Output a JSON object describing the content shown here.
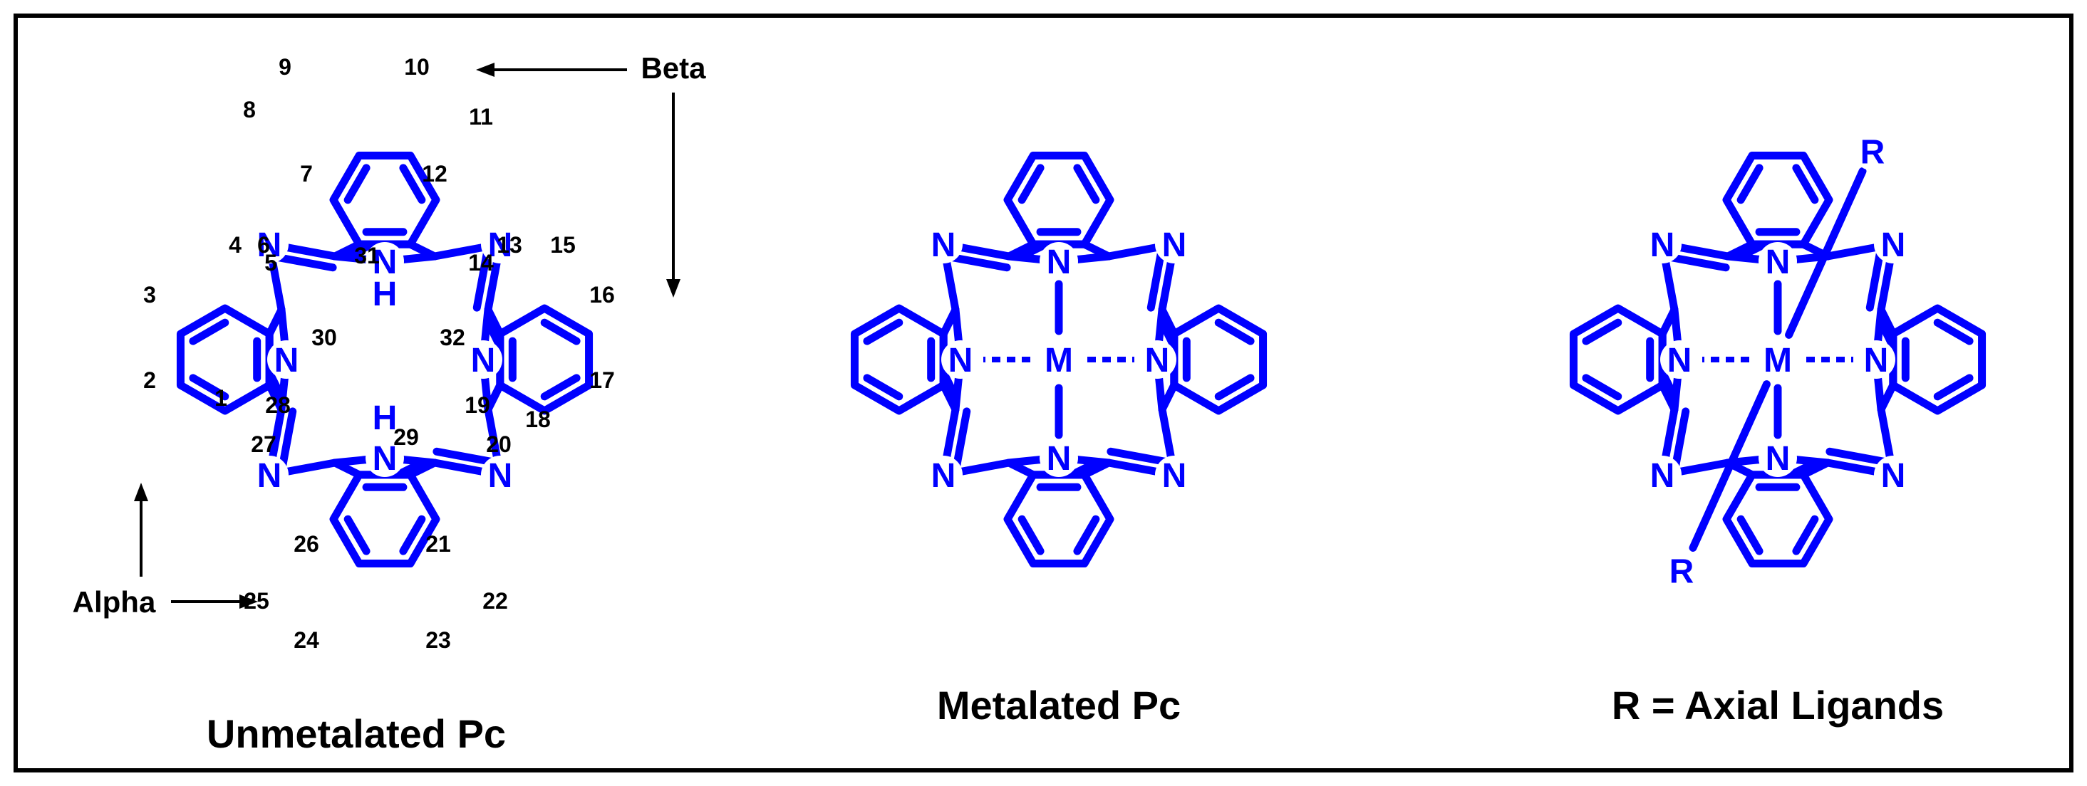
{
  "structures": [
    {
      "caption": "Unmetalated Pc",
      "core_atoms": [
        "N",
        "N",
        "N",
        "N"
      ],
      "core_h": [
        "H",
        "H"
      ],
      "meso_atoms": [
        "N",
        "N",
        "N",
        "N"
      ],
      "metal": "",
      "axial": []
    },
    {
      "caption": "Metalated Pc",
      "core_atoms": [
        "N",
        "N",
        "N",
        "N"
      ],
      "core_h": [],
      "meso_atoms": [
        "N",
        "N",
        "N",
        "N"
      ],
      "metal": "M",
      "axial": []
    },
    {
      "caption": "R = Axial Ligands",
      "core_atoms": [
        "N",
        "N",
        "N",
        "N"
      ],
      "core_h": [],
      "meso_atoms": [
        "N",
        "N",
        "N",
        "N"
      ],
      "metal": "M",
      "axial": [
        "R",
        "R"
      ]
    }
  ],
  "numbering": [
    "1",
    "2",
    "3",
    "4",
    "5",
    "6",
    "7",
    "8",
    "9",
    "10",
    "11",
    "12",
    "13",
    "14",
    "15",
    "16",
    "17",
    "18",
    "19",
    "20",
    "21",
    "22",
    "23",
    "24",
    "25",
    "26",
    "27",
    "28",
    "29",
    "30",
    "31",
    "32"
  ],
  "pointers": {
    "beta": "Beta",
    "alpha": "Alpha"
  },
  "colors": {
    "structure": "#0000ff",
    "labels": "#000000",
    "frame": "#000000"
  }
}
